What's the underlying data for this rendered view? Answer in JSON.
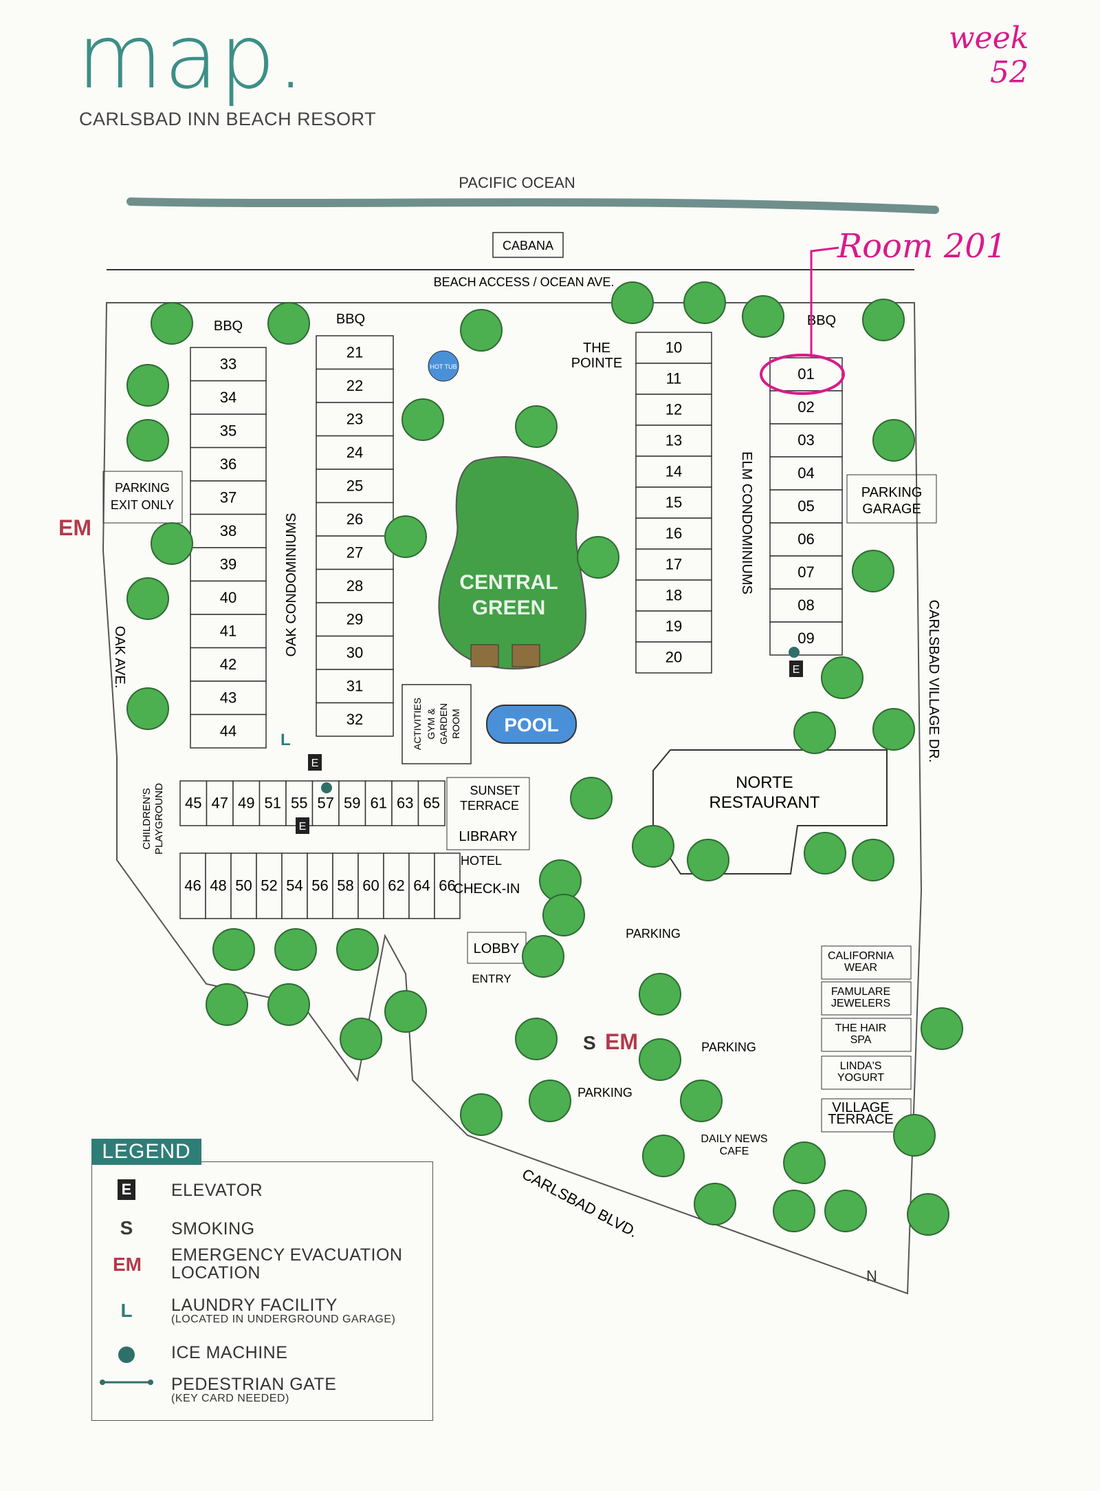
{
  "header": {
    "title": "map.",
    "subtitle": "CARLSBAD INN BEACH RESORT"
  },
  "handwriting": {
    "week": "week",
    "week_number": "52",
    "room": "Room 201"
  },
  "map": {
    "ocean": "PACIFIC OCEAN",
    "cabana": "CABANA",
    "beach_access": "BEACH ACCESS / OCEAN AVE.",
    "bbq": [
      "BBQ",
      "BBQ",
      "BBQ"
    ],
    "hot_tub": "HOT TUB",
    "the_pointe": [
      "THE",
      "POINTE"
    ],
    "central_green": [
      "CENTRAL",
      "GREEN"
    ],
    "pool": "POOL",
    "activities": [
      "ACTIVITIES",
      "GYM &",
      "GARDEN",
      "ROOM"
    ],
    "oak_condos": "OAK CONDOMINIUMS",
    "elm_condos": "ELM CONDOMINIUMS",
    "parking_exit": [
      "PARKING",
      "EXIT ONLY"
    ],
    "parking_garage": [
      "PARKING",
      "GARAGE"
    ],
    "oak_ave": "OAK AVE.",
    "carlsbad_village": "CARLSBAD VILLAGE DR.",
    "carlsbad_blvd": "CARLSBAD BLVD.",
    "childrens_playground": [
      "CHILDREN'S",
      "PLAYGROUND"
    ],
    "norte": [
      "NORTE",
      "RESTAURANT"
    ],
    "sunset_terrace": [
      "SUNSET",
      "TERRACE"
    ],
    "library": "LIBRARY",
    "hotel": "HOTEL",
    "check_in": "CHECK-IN",
    "lobby": "LOBBY",
    "entry": "ENTRY",
    "parking": "PARKING",
    "shops": [
      [
        "CALIFORNIA",
        "WEAR"
      ],
      [
        "FAMULARE",
        "JEWELERS"
      ],
      [
        "THE HAIR",
        "SPA"
      ],
      [
        "LINDA'S",
        "YOGURT"
      ],
      [
        "VILLAGE",
        "TERRACE"
      ]
    ],
    "daily_news": [
      "DAILY NEWS",
      "CAFE"
    ],
    "oak_left_units": [
      "33",
      "34",
      "35",
      "36",
      "37",
      "38",
      "39",
      "40",
      "41",
      "42",
      "43",
      "44"
    ],
    "oak_right_units": [
      "21",
      "22",
      "23",
      "24",
      "25",
      "26",
      "27",
      "28",
      "29",
      "30",
      "31",
      "32"
    ],
    "elm_left_units": [
      "10",
      "11",
      "12",
      "13",
      "14",
      "15",
      "16",
      "17",
      "18",
      "19",
      "20"
    ],
    "elm_right_units": [
      "01",
      "02",
      "03",
      "04",
      "05",
      "06",
      "07",
      "08",
      "09"
    ],
    "hotel_top_units": [
      "45",
      "47",
      "49",
      "51",
      "55",
      "57",
      "59",
      "61",
      "63",
      "65"
    ],
    "hotel_bottom_units": [
      "46",
      "48",
      "50",
      "52",
      "54",
      "56",
      "58",
      "60",
      "62",
      "64",
      "66"
    ],
    "markers": {
      "em": "EM",
      "e": "E",
      "s": "S",
      "l": "L"
    },
    "compass": "N"
  },
  "legend": {
    "title": "LEGEND",
    "items": [
      {
        "symbol": "E",
        "label": "ELEVATOR",
        "note": ""
      },
      {
        "symbol": "S",
        "label": "SMOKING",
        "note": ""
      },
      {
        "symbol": "EM",
        "label": "EMERGENCY EVACUATION",
        "label2": "LOCATION",
        "note": ""
      },
      {
        "symbol": "L",
        "label": "LAUNDRY FACILITY",
        "note": "(LOCATED IN UNDERGROUND GARAGE)"
      },
      {
        "symbol": "",
        "label": "ICE MACHINE",
        "note": ""
      },
      {
        "symbol": "",
        "label": "PEDESTRIAN GATE",
        "note": "(KEY CARD NEEDED)"
      }
    ]
  },
  "colors": {
    "accent": "#2f7d77",
    "tree": "#4caf50",
    "em": "#b23a4a",
    "annotation": "#d81b8a",
    "pool": "#4a90d9"
  }
}
